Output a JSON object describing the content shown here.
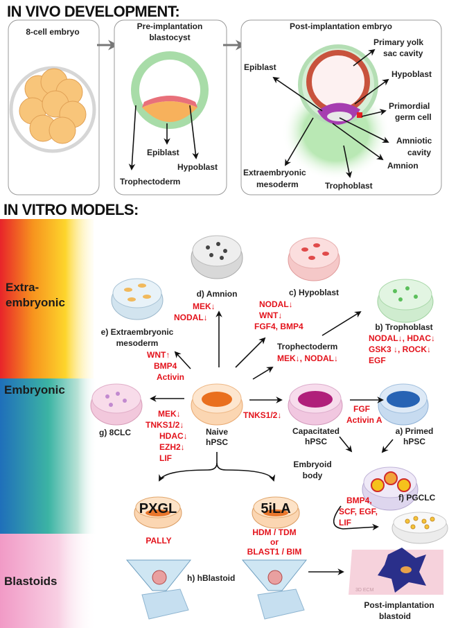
{
  "in_vivo": {
    "title": "IN VIVO DEVELOPMENT:",
    "stage1": {
      "title": "8-cell embryo"
    },
    "stage2": {
      "title_l1": "Pre-implantation",
      "title_l2": "blastocyst",
      "labels": {
        "epiblast": "Epiblast",
        "hypoblast": "Hypoblast",
        "trophectoderm": "Trophectoderm"
      }
    },
    "stage3": {
      "title": "Post-implantation embryo",
      "labels": {
        "yolk_l1": "Primary yolk",
        "yolk_l2": "sac cavity",
        "epiblast": "Epiblast",
        "hypoblast": "Hypoblast",
        "pgc_l1": "Primordial",
        "pgc_l2": "germ cell",
        "amniotic_l1": "Amniotic",
        "amniotic_l2": "cavity",
        "amnion": "Amnion",
        "exmeso_l1": "Extraembryonic",
        "exmeso_l2": "mesoderm",
        "trophoblast": "Trophoblast"
      }
    },
    "colors": {
      "trophectoderm": "#a8dca8",
      "hypoblast": "#e8707a",
      "epiblast": "#f7b15c",
      "embryo_epiblast": "#a63db0"
    }
  },
  "in_vitro": {
    "title": "IN VITRO MODELS:",
    "bands": [
      {
        "l1": "Extra-",
        "l2": "embryonic"
      },
      {
        "l1": "Embryonic"
      },
      {
        "l1": "Blastoids"
      }
    ],
    "band_colors": {
      "extra": [
        "#e8242a",
        "#f7a21b",
        "#fdd52c"
      ],
      "embryonic": [
        "#1f6fba",
        "#3cb4a4"
      ],
      "blastoids": [
        "#f19ac6"
      ]
    },
    "nodes": {
      "amnion": {
        "label": "d) Amnion",
        "factors": [
          "MEK↓",
          "NODAL↓"
        ]
      },
      "hypoblast": {
        "label": "c) Hypoblast",
        "factors": [
          "NODAL↓",
          "WNT↓",
          "FGF4, BMP4"
        ]
      },
      "trophoblast": {
        "label": "b) Trophoblast",
        "factors": [
          "NODAL↓, HDAC↓",
          "GSK3 ↓, ROCK↓",
          "EGF"
        ]
      },
      "trophectoderm": {
        "label": "Trophectoderm",
        "factors": [
          "MEK↓, NODAL↓"
        ]
      },
      "exmeso": {
        "label_l1": "e) Extraembryonic",
        "label_l2": "mesoderm",
        "factors": [
          "WNT↑",
          "BMP4",
          "Activin"
        ]
      },
      "clc8": {
        "label": "g) 8CLC",
        "factors": [
          "MEK↓",
          "TNKS1/2↓",
          "HDAC↓",
          "EZH2↓",
          "LIF"
        ]
      },
      "naive": {
        "label_l1": "Naive",
        "label_l2": "hPSC"
      },
      "capacitated": {
        "label_l1": "Capacitated",
        "label_l2": "hPSC",
        "factors": [
          "TNKS1/2↓"
        ]
      },
      "primed": {
        "label_l1": "a) Primed",
        "label_l2": "hPSC",
        "factors": [
          "FGF",
          "Activin A"
        ]
      },
      "embryoid": {
        "label_l1": "Embryoid",
        "label_l2": "body"
      },
      "pgclc": {
        "label": "f) PGCLC",
        "factors": [
          "BMP4,",
          "SCF, EGF,",
          "LIF"
        ]
      },
      "pxgl": {
        "dish_text": "PXGL",
        "factors": [
          "PALLY"
        ]
      },
      "ila5": {
        "dish_text": "5iLA",
        "factors": [
          "HDM / TDM",
          "or",
          "BLAST1 / BIM"
        ]
      },
      "hblastoid": {
        "label": "h) hBlastoid"
      },
      "post_blastoid": {
        "label_l1": "Post-implantation",
        "label_l2": "blastoid",
        "ecm": "3D ECM"
      }
    }
  }
}
